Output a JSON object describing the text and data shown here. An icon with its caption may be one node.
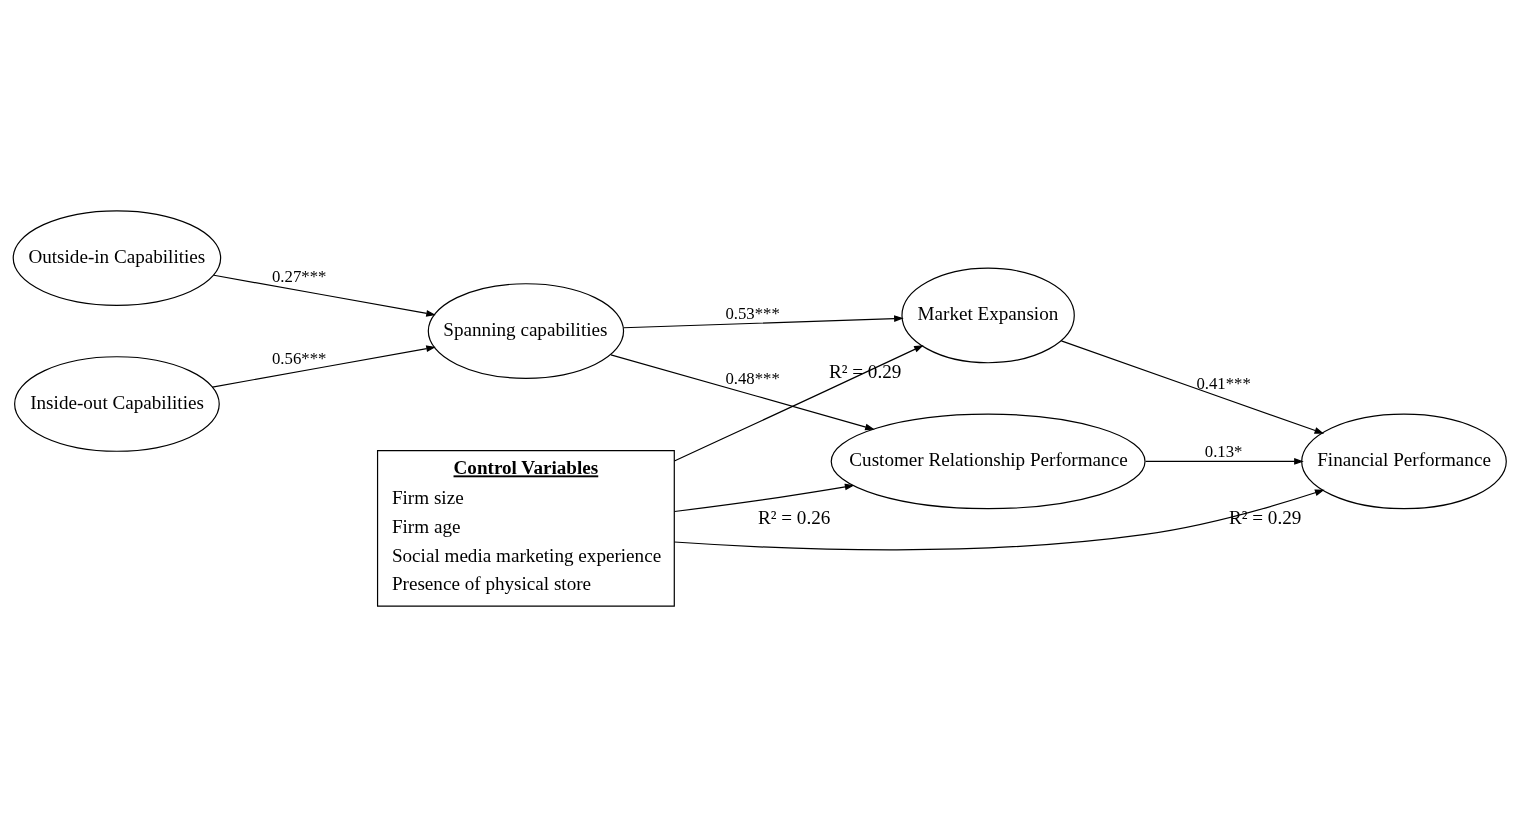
{
  "diagram": {
    "nodes": [
      {
        "text": [
          "Outside-in Capabilities"
        ]
      },
      {
        "text": [
          "Inside-out Capabilities"
        ]
      },
      {
        "text": [
          "Spanning capabilities"
        ]
      },
      {
        "text": [
          "Customer Relationship Performance"
        ],
        "beside": [
          "R² = 0.26"
        ]
      },
      {
        "text": [
          "Market Expansion"
        ],
        "beside": [
          "R² = 0.29"
        ]
      },
      {
        "text": [
          "Financial Performance"
        ],
        "beside": [
          "R² = 0.29"
        ]
      },
      {
        "text": [
          "Control Variables",
          "Firm size",
          "Firm age",
          "Social media marketing experience",
          "Presence of physical store"
        ]
      }
    ],
    "edges": [
      {
        "from": 0,
        "to": 2,
        "arrow": "to",
        "label": "0.27***"
      },
      {
        "from": 1,
        "to": 2,
        "arrow": "to",
        "label": "0.56***"
      },
      {
        "from": 2,
        "to": 3,
        "arrow": "to",
        "label": "0.48***"
      },
      {
        "from": 2,
        "to": 4,
        "arrow": "to",
        "label": "0.53***"
      },
      {
        "from": 3,
        "to": 5,
        "arrow": "to",
        "label": "0.13*"
      },
      {
        "from": 4,
        "to": 5,
        "arrow": "to",
        "label": "0.41***"
      },
      {
        "from": 6,
        "to": 5,
        "arrow": "to"
      },
      {
        "from": 6,
        "to": 4,
        "arrow": "to"
      },
      {
        "from": 6,
        "to": 3,
        "arrow": "to"
      }
    ]
  }
}
